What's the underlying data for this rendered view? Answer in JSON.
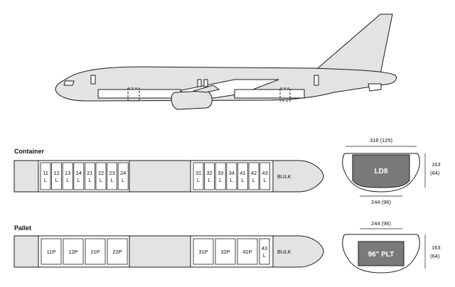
{
  "container": {
    "title": "Container",
    "forward_positions": [
      {
        "num": "11",
        "suffix": "L"
      },
      {
        "num": "12",
        "suffix": "L"
      },
      {
        "num": "13",
        "suffix": "L"
      },
      {
        "num": "14",
        "suffix": "L"
      },
      {
        "num": "21",
        "suffix": "L"
      },
      {
        "num": "22",
        "suffix": "L"
      },
      {
        "num": "23",
        "suffix": "L"
      },
      {
        "num": "24",
        "suffix": "L"
      }
    ],
    "aft_positions": [
      {
        "num": "31",
        "suffix": "L"
      },
      {
        "num": "32",
        "suffix": "L"
      },
      {
        "num": "33",
        "suffix": "L"
      },
      {
        "num": "34",
        "suffix": "L"
      },
      {
        "num": "41",
        "suffix": "L"
      },
      {
        "num": "42",
        "suffix": "L"
      },
      {
        "num": "43",
        "suffix": "L"
      }
    ],
    "bulk": "BULK",
    "cross_section": {
      "label": "LD8",
      "top_dim": "318 (125)",
      "bottom_dim": "244 (96)",
      "height_dim": "163",
      "height_dim_in": "(64)"
    }
  },
  "pallet": {
    "title": "Pallet",
    "forward_positions": [
      "11P",
      "12P",
      "21P",
      "22P"
    ],
    "aft_positions": [
      "31P",
      "32P",
      "41P"
    ],
    "aft_container": {
      "num": "43",
      "suffix": "L"
    },
    "bulk": "BULK",
    "cross_section": {
      "label": "96\" PLT",
      "top_dim": "244 (96)",
      "height_dim": "163",
      "height_dim_in": "(64)"
    }
  },
  "colors": {
    "fuselage": "#e3e3e3",
    "outline": "#1a1a1a",
    "cargo_fill": "#7a7a7a",
    "hold_fill": "#ffffff"
  }
}
